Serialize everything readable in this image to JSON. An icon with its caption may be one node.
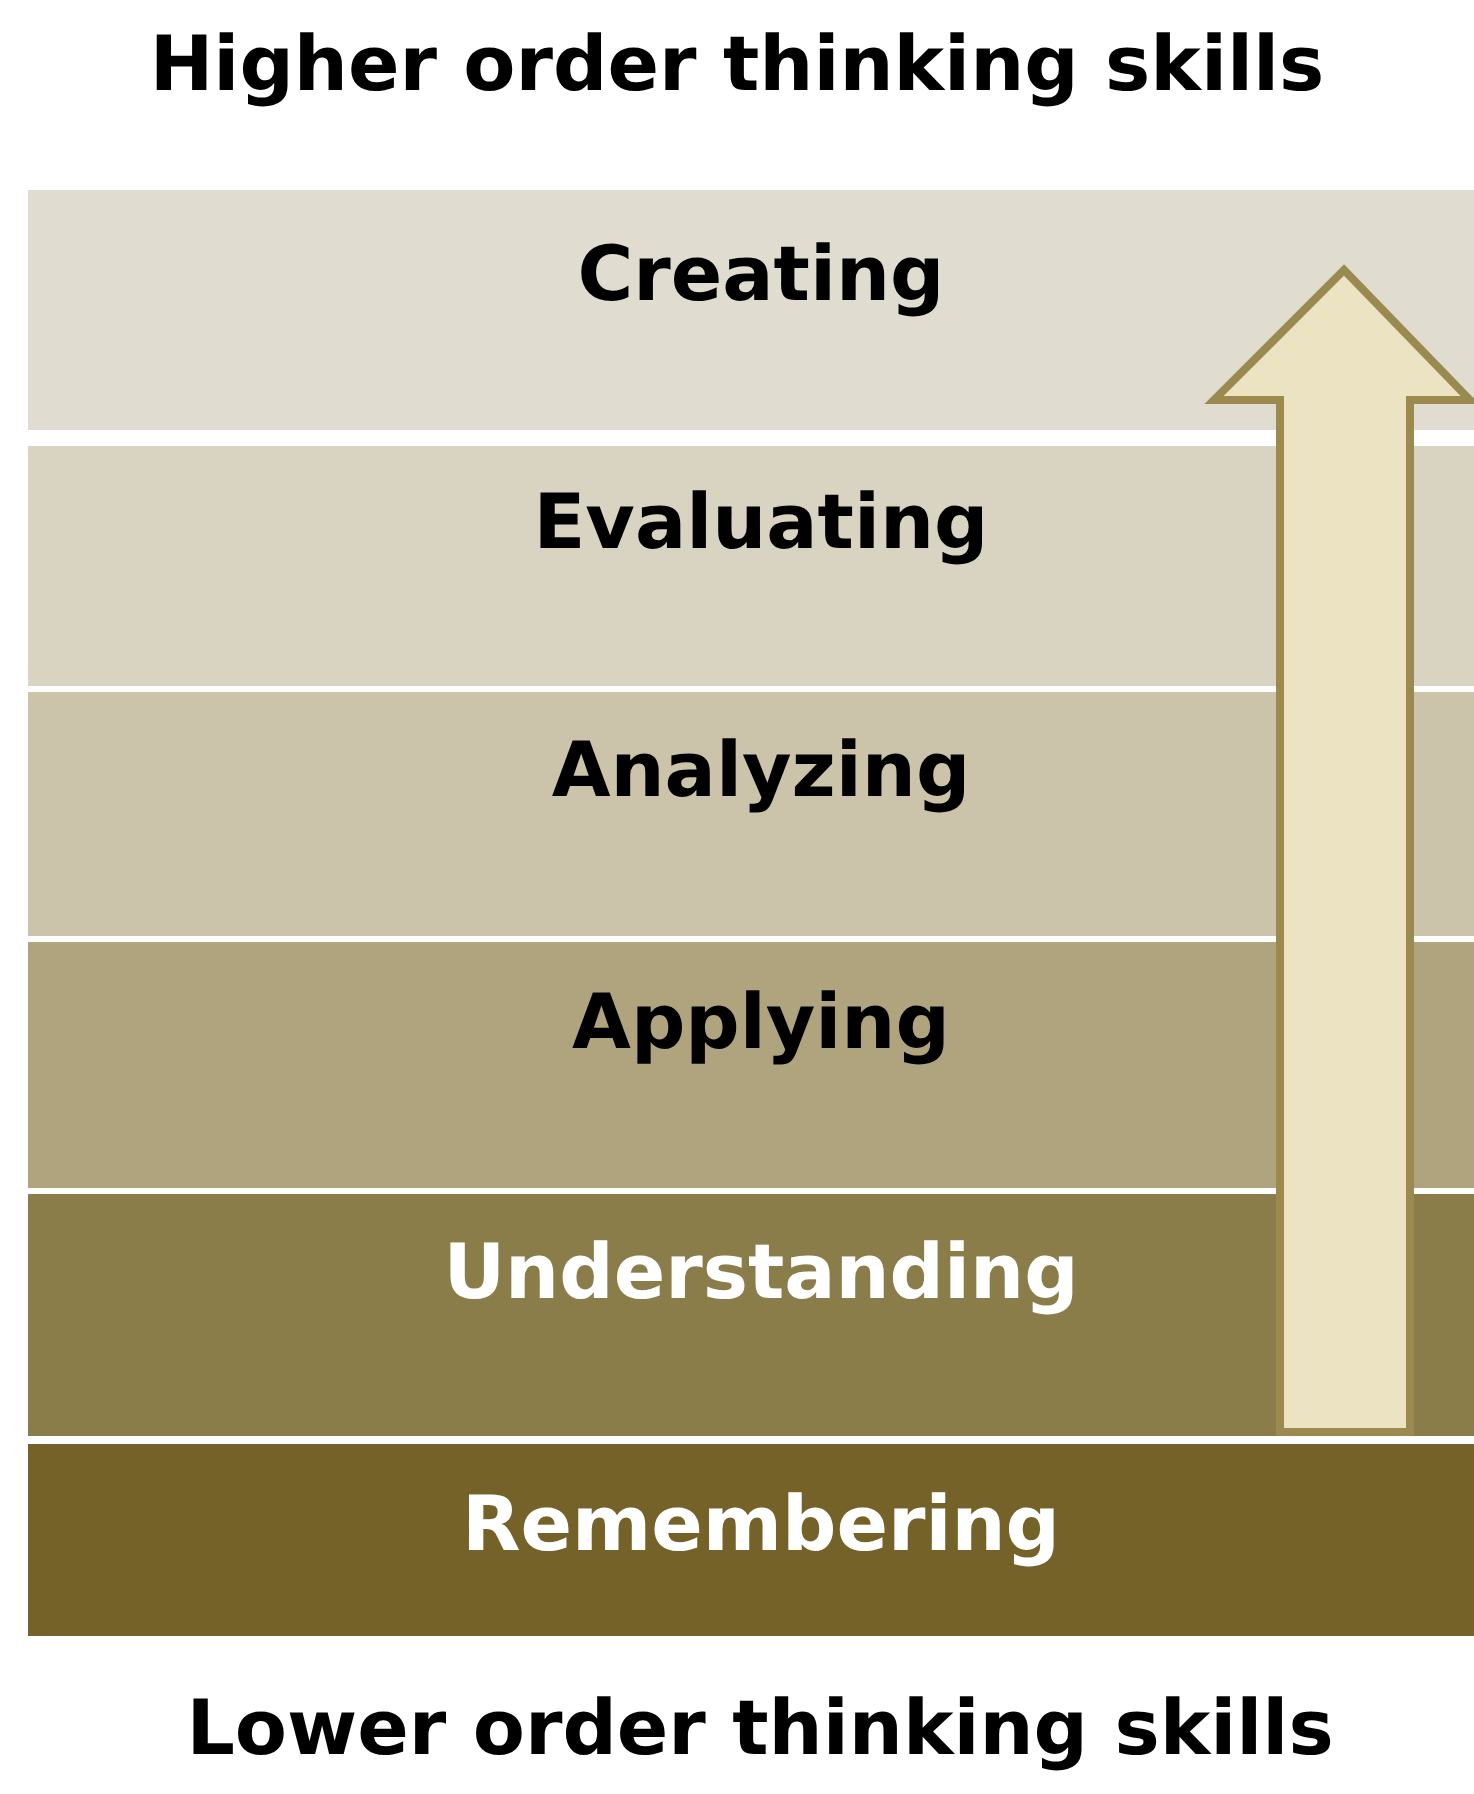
{
  "diagram": {
    "title": "Higher order thinking skills",
    "caption": "Lower order thinking skills",
    "nodes": [
      {
        "text": [
          "Creating"
        ]
      },
      {
        "text": [
          "Evaluating"
        ]
      },
      {
        "text": [
          "Analyzing"
        ]
      },
      {
        "text": [
          "Applying"
        ]
      },
      {
        "text": [
          "Understanding"
        ]
      },
      {
        "text": [
          "Remembering"
        ]
      }
    ]
  }
}
